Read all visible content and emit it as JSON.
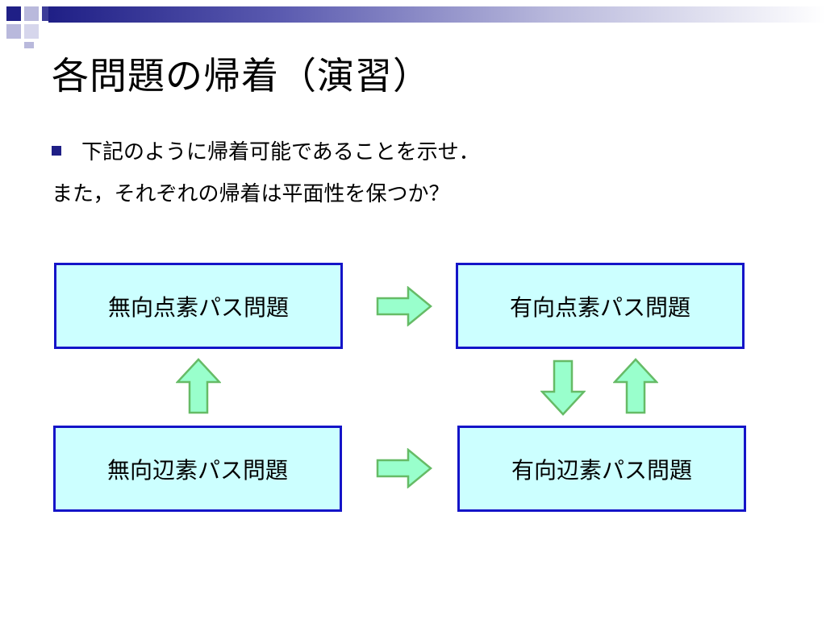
{
  "slide": {
    "title": "各問題の帰着（演習）",
    "bullet_text": "下記のように帰着可能であることを示せ．",
    "continuation_text": "また，それぞれの帰着は平面性を保つか？"
  },
  "boxes": {
    "undirected_vertex": "無向点素パス問題",
    "directed_vertex": "有向点素パス問題",
    "undirected_edge": "無向辺素パス問題",
    "directed_edge": "有向辺素パス問題"
  },
  "colors": {
    "box_fill": "#ccffff",
    "box_border": "#1414c8",
    "arrow_fill": "#99ffcc",
    "arrow_stroke": "#66bb66",
    "accent": "#1f1f86"
  },
  "icons": {
    "bullet": "square-bullet-icon",
    "arrow_right": "arrow-right-icon",
    "arrow_up": "arrow-up-icon",
    "arrow_down": "arrow-down-icon"
  }
}
